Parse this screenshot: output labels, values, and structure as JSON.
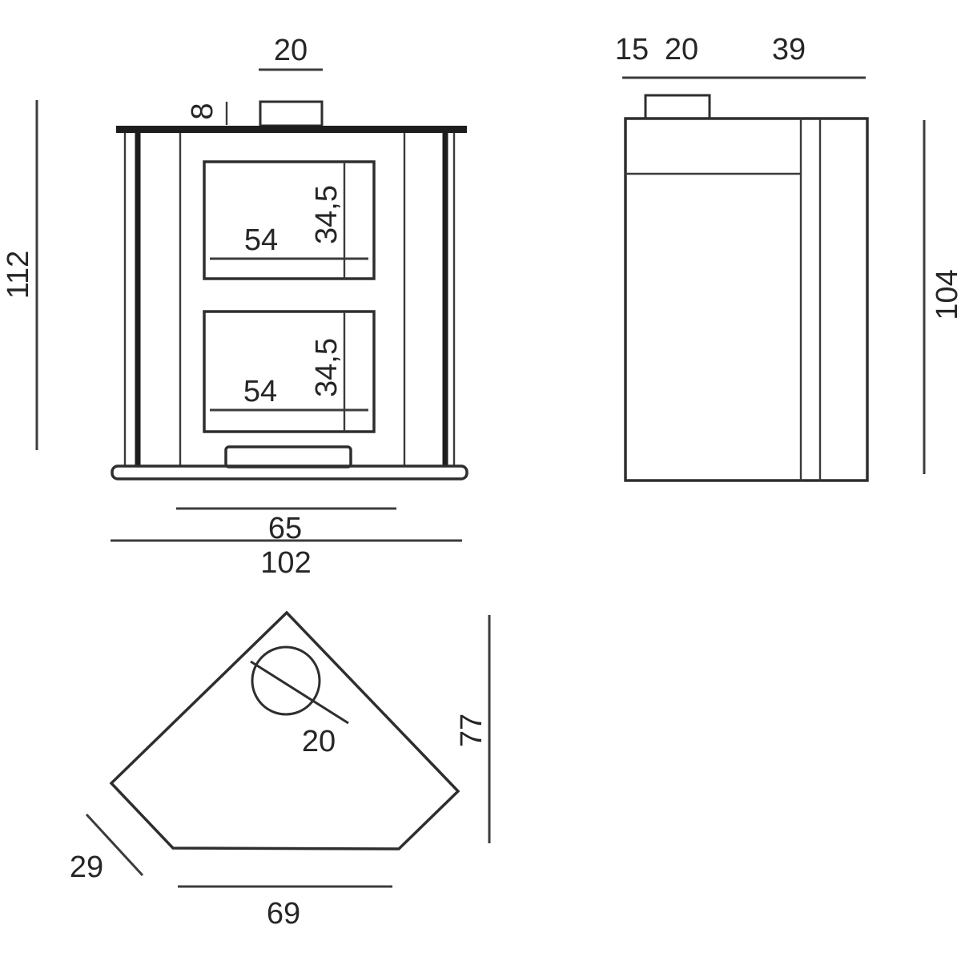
{
  "drawing": {
    "line_color": "#2e2e2e",
    "background": "#ffffff"
  },
  "views": {
    "front": {
      "flue_width": "20",
      "flue_offset": "8",
      "overall_height": "112",
      "windows": [
        {
          "width": "54",
          "height": "34,5"
        },
        {
          "width": "54",
          "height": "34,5"
        }
      ],
      "inner_width": "65",
      "overall_width": "102"
    },
    "side": {
      "front_to_flue": "15",
      "flue_depth": "20",
      "flue_to_back": "39",
      "body_height": "104"
    },
    "top": {
      "flue_diameter": "20",
      "depth": "77",
      "side_edge": "29",
      "front_width": "69"
    }
  }
}
